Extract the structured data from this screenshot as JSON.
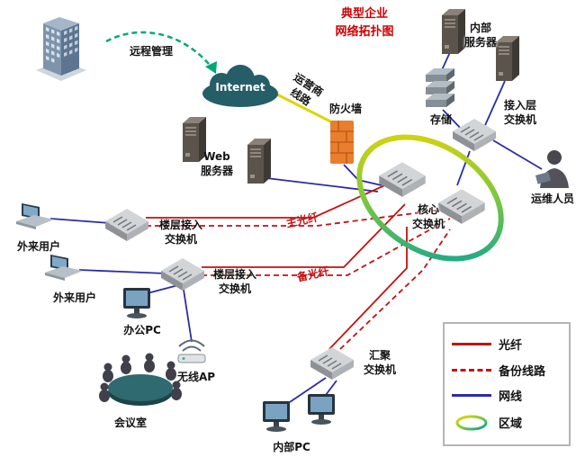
{
  "title": {
    "text": "典型企业\n网络拓扑图"
  },
  "nodes": {
    "remote_mgmt": {
      "label": "远程管理"
    },
    "internet": {
      "label": "Internet"
    },
    "carrier_line": {
      "label": "运营商\n线路"
    },
    "firewall": {
      "label": "防火墙"
    },
    "web_server": {
      "label": "Web\n服务器"
    },
    "internal_server": {
      "label": "内部\n服务器"
    },
    "storage": {
      "label": "存储"
    },
    "access_switch": {
      "label": "接入层\n交换机"
    },
    "ops_person": {
      "label": "运维人员"
    },
    "core_switch": {
      "label": "核心\n交换机"
    },
    "ext_user_1": {
      "label": "外来用户"
    },
    "ext_user_2": {
      "label": "外来用户"
    },
    "floor_switch_1": {
      "label": "楼层接入\n交换机"
    },
    "floor_switch_2": {
      "label": "楼层接入\n交换机"
    },
    "office_pc": {
      "label": "办公PC"
    },
    "wireless_ap": {
      "label": "无线AP"
    },
    "meeting_room": {
      "label": "会议室"
    },
    "agg_switch": {
      "label": "汇聚\n交换机"
    },
    "internal_pc": {
      "label": "内部PC"
    },
    "main_fiber": {
      "label": "主光纤"
    },
    "backup_fiber": {
      "label": "备光纤"
    }
  },
  "legend": {
    "items": [
      {
        "label": "光纤",
        "style": "fiber"
      },
      {
        "label": "备份线路",
        "style": "backup"
      },
      {
        "label": "网线",
        "style": "ethernet"
      },
      {
        "label": "区域",
        "style": "zone"
      }
    ]
  },
  "colors": {
    "fiber": "#c41111",
    "ethernet": "#2b2ba8",
    "carrier": "#ddd404",
    "remote": "#00a878",
    "title": "#cc0000",
    "zone_start": "#f2d600",
    "zone_mid": "#7ec83c",
    "zone_end": "#00a0a0",
    "firewall": "#e87e2e"
  }
}
